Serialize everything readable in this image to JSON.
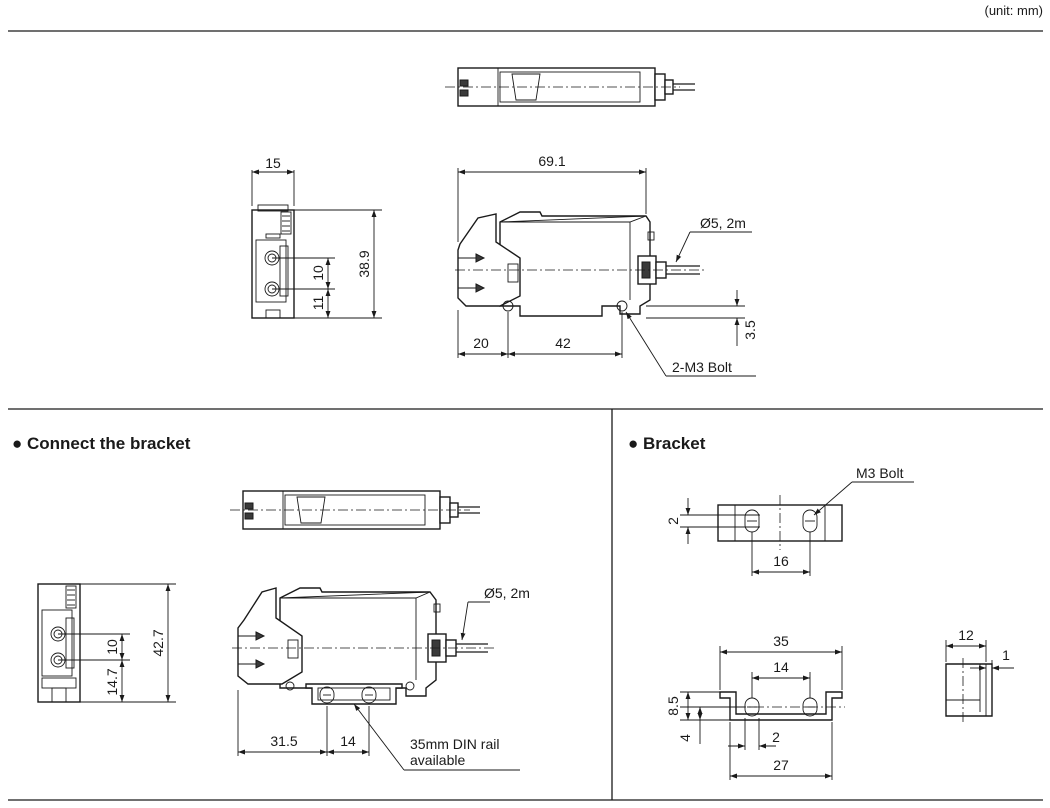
{
  "unit_label": "(unit: mm)",
  "sections": {
    "connect_bracket": {
      "heading": "● Connect the bracket"
    },
    "bracket": {
      "heading": "● Bracket"
    }
  },
  "dimensions": {
    "top_width": "15",
    "top_height": "38.9",
    "top_pitch": "10",
    "top_lower": "11",
    "top_length": "69.1",
    "top_cable": "Ø5, 2m",
    "top_a": "20",
    "top_b": "42",
    "top_c": "3.5",
    "top_bolt": "2-M3 Bolt",
    "cb_height": "42.7",
    "cb_pitch": "10",
    "cb_lower": "14.7",
    "cb_cable": "Ø5, 2m",
    "cb_a": "31.5",
    "cb_b": "14",
    "cb_din_line1": "35mm DIN rail",
    "cb_din_line2": "available",
    "br_bolt": "M3 Bolt",
    "br_slot": "2",
    "br_pitch": "16",
    "br_35": "35",
    "br_14": "14",
    "br_85": "8.5",
    "br_4": "4",
    "br_2": "2",
    "br_27": "27",
    "br_12": "12",
    "br_1": "1"
  }
}
